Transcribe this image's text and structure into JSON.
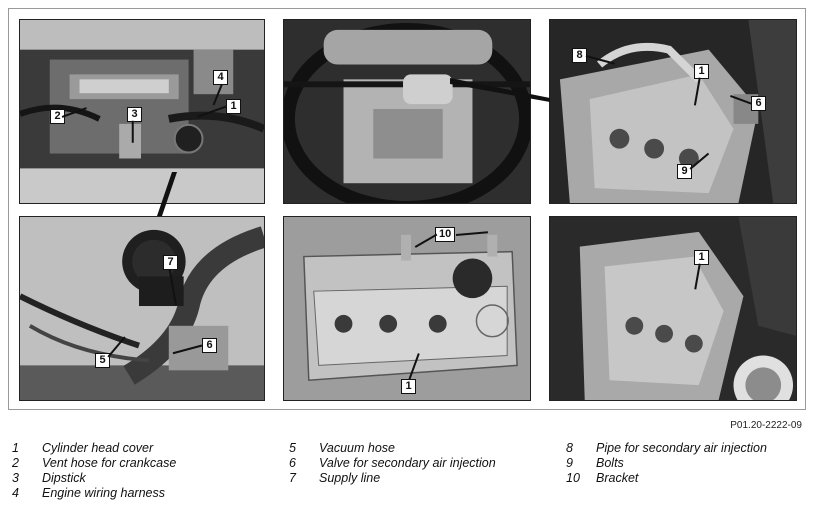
{
  "figure": {
    "reference": "P01.20-2222-09",
    "callouts": {
      "p1": [
        "4",
        "2",
        "3",
        "1"
      ],
      "p3": [
        "8",
        "1",
        "6",
        "9"
      ],
      "p4": [
        "7",
        "5",
        "6"
      ],
      "p5": [
        "10",
        "1"
      ],
      "p6": [
        "1"
      ]
    }
  },
  "legend": {
    "column1": [
      {
        "num": "1",
        "label": "Cylinder head cover"
      },
      {
        "num": "2",
        "label": "Vent hose for crankcase"
      },
      {
        "num": "3",
        "label": "Dipstick"
      },
      {
        "num": "4",
        "label": "Engine wiring harness"
      }
    ],
    "column2": [
      {
        "num": "5",
        "label": "Vacuum hose"
      },
      {
        "num": "6",
        "label": "Valve for secondary air injection"
      },
      {
        "num": "7",
        "label": "Supply line"
      }
    ],
    "column3": [
      {
        "num": "8",
        "label": "Pipe for secondary air injection"
      },
      {
        "num": "9",
        "label": "Bolts"
      },
      {
        "num": "10",
        "label": "Bracket"
      }
    ]
  }
}
